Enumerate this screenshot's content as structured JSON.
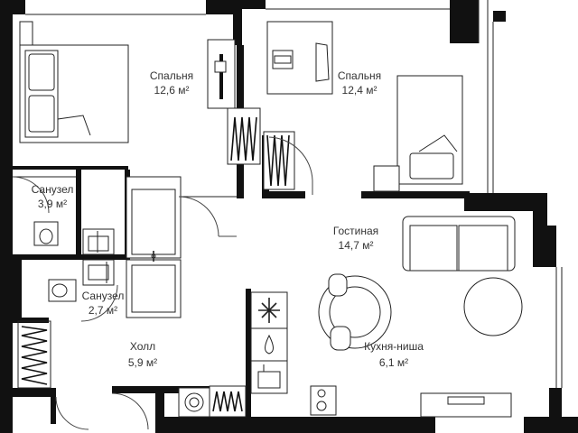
{
  "rooms": [
    {
      "id": "bedroom-left",
      "name": "Спальня",
      "area": "12,6 м²"
    },
    {
      "id": "bedroom-right",
      "name": "Спальня",
      "area": "12,4 м²"
    },
    {
      "id": "bath-1",
      "name": "Санузел",
      "area": "3,9 м²"
    },
    {
      "id": "bath-2",
      "name": "Санузел",
      "area": "2,7 м²"
    },
    {
      "id": "living",
      "name": "Гостиная",
      "area": "14,7 м²"
    },
    {
      "id": "hall",
      "name": "Холл",
      "area": "5,9 м²"
    },
    {
      "id": "kitchen",
      "name": "Кухня-ниша",
      "area": "6,1 м²"
    }
  ],
  "colors": {
    "wall": "#111111",
    "line": "#222222",
    "text": "#333333",
    "background": "#ffffff"
  },
  "icons": [
    "double-bed-icon",
    "single-bed-icon",
    "desk-icon",
    "chair-icon",
    "sofa-icon",
    "dining-table-icon",
    "round-table-icon",
    "toilet-icon",
    "sink-icon",
    "shower-icon",
    "stove-icon",
    "kitchen-sink-icon",
    "washing-machine-icon",
    "radiator-icon",
    "tv-stand-icon",
    "wardrobe-icon"
  ]
}
